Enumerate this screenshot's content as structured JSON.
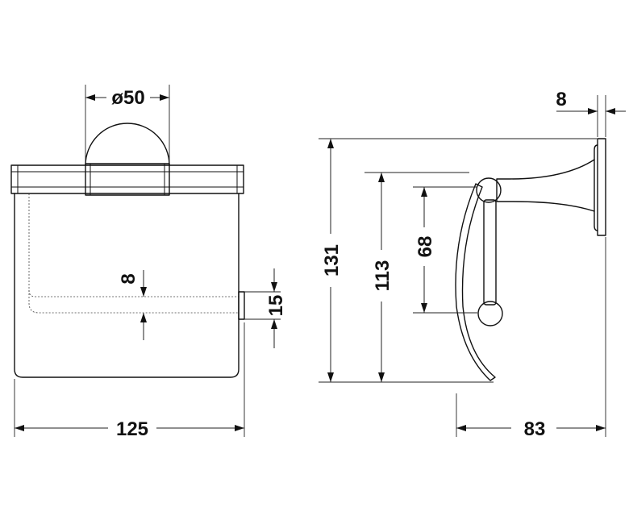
{
  "dimensions": {
    "rosette_diameter": "ø50",
    "front_width": "125",
    "pin_gap": "8",
    "pin_height": "15",
    "overall_height": "131",
    "cover_height": "113",
    "roll_span": "68",
    "wall_thickness": "8",
    "projection": "83"
  }
}
